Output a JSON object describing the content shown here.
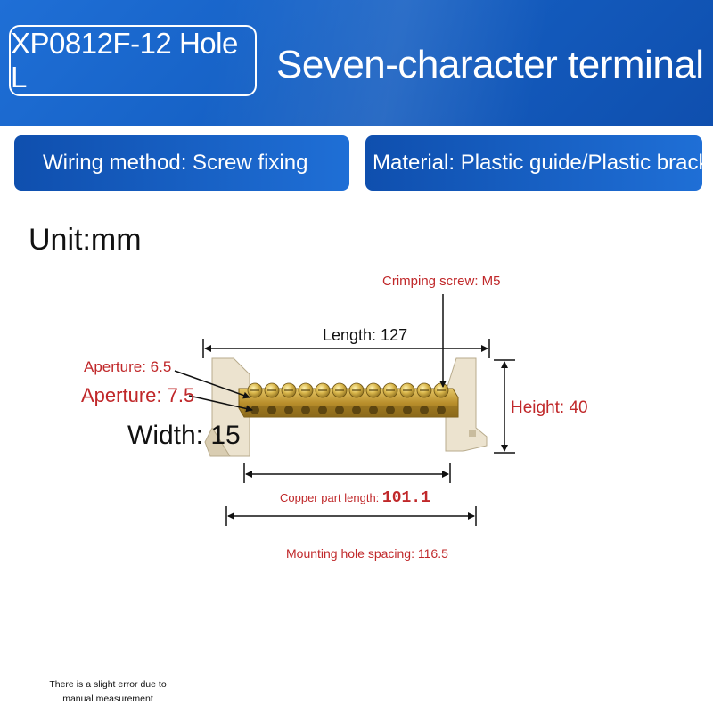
{
  "header": {
    "model": "XP0812F-12 Hole L",
    "title": "Seven-character terminal"
  },
  "specs": {
    "wiring": "Wiring method: Screw fixing",
    "material": "Material: Plastic guide/Plastic bracket"
  },
  "unit": "Unit:mm",
  "dimensions": {
    "crimping_screw": "Crimping screw: M5",
    "length": "Length: 127",
    "aperture_1": "Aperture: 6.5",
    "aperture_2": "Aperture: 7.5",
    "width": "Width: 15",
    "height": "Height: 40",
    "copper_label": "Copper part length: ",
    "copper_value": "101.1",
    "mounting": "Mounting hole spacing: 116.5"
  },
  "footnote": "There is a slight error due to manual measurement",
  "colors": {
    "header_blue": "#1560c4",
    "label_red": "#c0282a",
    "brass": "#c9a23a",
    "plastic": "#ece3cf"
  }
}
